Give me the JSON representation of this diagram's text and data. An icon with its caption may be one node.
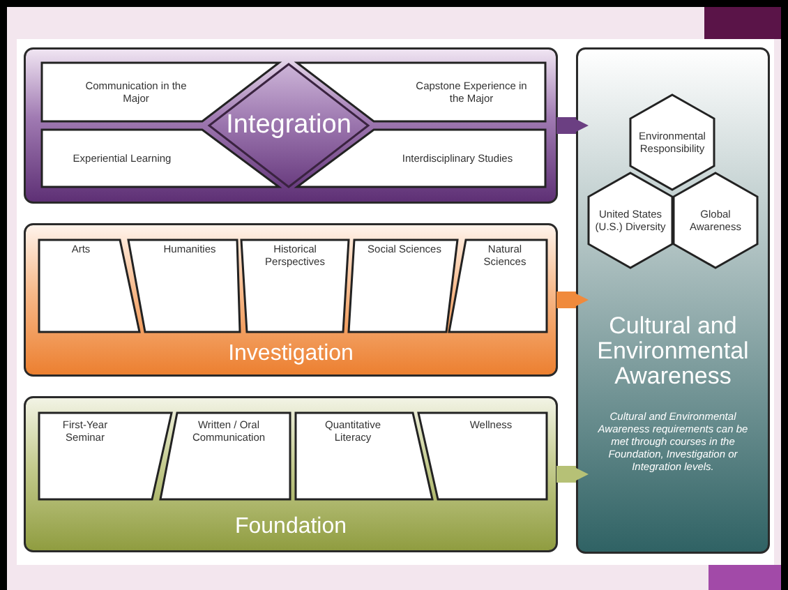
{
  "diagram": {
    "nodes": [
      {
        "text": [],
        "shape": "box"
      },
      {
        "text": [
          "Communication in the Major"
        ],
        "in": 0
      },
      {
        "text": [
          "Capstone Experience in the Major"
        ],
        "in": 0
      },
      {
        "text": [
          "Experiential Learning"
        ],
        "in": 0
      },
      {
        "text": [
          "Interdisciplinary Studies"
        ],
        "in": 0
      },
      {
        "text": [
          "Integration"
        ],
        "in": 0
      },
      {
        "text": [
          "Investigation"
        ]
      },
      {
        "text": [
          "Arts"
        ],
        "in": 6
      },
      {
        "text": [
          "Humanities"
        ],
        "in": 6
      },
      {
        "text": [
          "Historical Perspectives"
        ],
        "in": 6
      },
      {
        "text": [
          "Social Sciences"
        ],
        "in": 6
      },
      {
        "text": [
          "Natural Sciences"
        ],
        "in": 6
      },
      {
        "text": [
          "Foundation"
        ]
      },
      {
        "text": [
          "First-Year Seminar"
        ],
        "in": 12
      },
      {
        "text": [
          "Written / Oral Communication"
        ],
        "in": 12
      },
      {
        "text": [
          "Quantitative Literacy"
        ],
        "in": 12
      },
      {
        "text": [
          "Wellness"
        ],
        "in": 12
      },
      {
        "text": [
          "Cultural and Environmental Awareness",
          "Cultural and Environmental Awareness requirements can be met through courses in the Foundation, Investigation or Integration levels."
        ]
      },
      {
        "text": [
          "Environmental Responsibility"
        ],
        "in": 17
      },
      {
        "text": [
          "United States (U.S.) Diversity"
        ],
        "in": 17
      },
      {
        "text": [
          "Global Awareness"
        ],
        "in": 17
      }
    ],
    "edges": [
      {
        "from": 0,
        "to": 17,
        "arrow": "to",
        "color": "#6b3f82"
      },
      {
        "from": 6,
        "to": 17,
        "arrow": "to",
        "color": "#f08a3c"
      },
      {
        "from": 12,
        "to": 17,
        "arrow": "to",
        "color": "#b6c176"
      }
    ]
  }
}
